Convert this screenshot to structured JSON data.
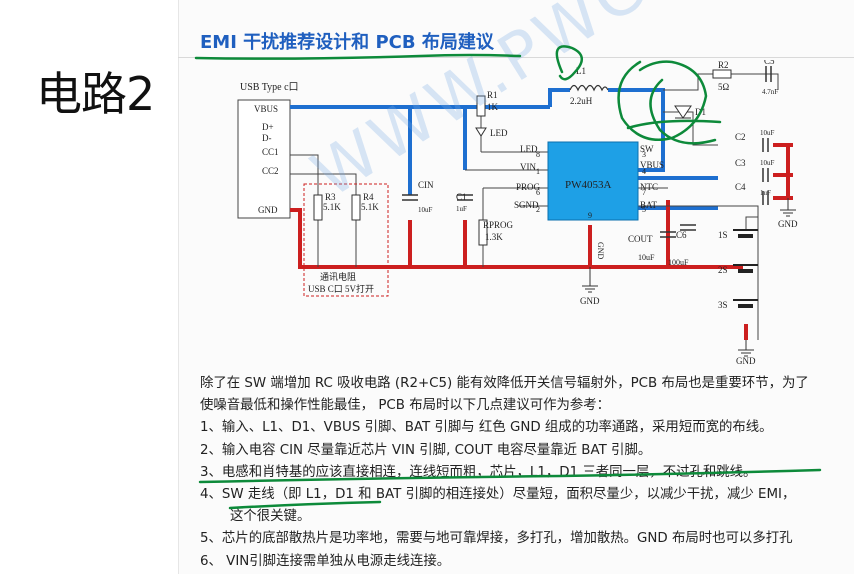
{
  "slide_title": "电路2",
  "doc_heading": "EMI 干扰推荐设计和 PCB 布局建议",
  "watermark": "WWW.PWCHIP.COM",
  "colors": {
    "power_trace": "#1e6fd0",
    "ground_trace": "#cc1f1f",
    "chip_fill": "#1ea0e6",
    "ink_green": "#0d8a3a",
    "heading": "#1f5fbf"
  },
  "schematic": {
    "usb_connector": {
      "title": "USB Type c口",
      "pins": [
        "VBUS",
        "D+",
        "D-",
        "CC1",
        "CC2",
        "GND"
      ]
    },
    "chip": {
      "name": "PW4053A",
      "left_pins": [
        {
          "num": "8",
          "name": "LED"
        },
        {
          "num": "1",
          "name": "VIN"
        },
        {
          "num": "6",
          "name": "PROG"
        },
        {
          "num": "2",
          "name": "SGND"
        }
      ],
      "right_pins": [
        {
          "num": "3",
          "name": "SW"
        },
        {
          "num": "4",
          "name": "VBUS"
        },
        {
          "num": "7",
          "name": "NTC"
        },
        {
          "num": "5",
          "name": "BAT"
        }
      ],
      "bottom_pins": [
        "9"
      ],
      "bottom_label": "GND"
    },
    "components": {
      "l1": {
        "ref": "L1",
        "value": "2.2uH"
      },
      "r1": {
        "ref": "R1",
        "value": "1K"
      },
      "led": {
        "ref": "LED"
      },
      "r2": {
        "ref": "R2",
        "value": "5Ω"
      },
      "c5": {
        "ref": "C5",
        "value": "4.7nF"
      },
      "d1": {
        "ref": "D1"
      },
      "c2": {
        "ref": "C2",
        "value": "10uF"
      },
      "c3": {
        "ref": "C3",
        "value": "10uF"
      },
      "c4": {
        "ref": "C4",
        "value": "1uF"
      },
      "r3": {
        "ref": "R3",
        "value": "5.1K"
      },
      "r4": {
        "ref": "R4",
        "value": "5.1K"
      },
      "cin": {
        "ref": "CIN",
        "value": "10uF"
      },
      "c1": {
        "ref": "C1",
        "value": "1uF"
      },
      "rprog": {
        "ref": "RPROG",
        "value": "1.3K"
      },
      "cout": {
        "ref": "COUT",
        "value": "10uF"
      },
      "c6": {
        "ref": "C6",
        "value": "100uF"
      }
    },
    "cc_note": [
      "通讯电阻",
      "USB C口 5V打开"
    ],
    "gnd_labels": [
      "GND",
      "GND",
      "GND"
    ],
    "battery_cells": [
      "1S",
      "2S",
      "3S"
    ]
  },
  "paragraphs": [
    "除了在 SW 端增加 RC 吸收电路 (R2+C5) 能有效降低开关信号辐射外，PCB 布局也是重要环节，为了",
    "使噪音最低和操作性能最佳，  PCB 布局时以下几点建议可作为参考：",
    "1、输入、L1、D1、VBUS 引脚、BAT 引脚与  红色 GND  组成的功率通路，采用短而宽的布线。",
    "2、输入电容 CIN 尽量靠近芯片 VIN 引脚, COUT 电容尽量靠近 BAT 引脚。",
    "3、电感和肖特基的应该直接相连，连线短而粗，芯片，L1，D1 三者同一层，不过孔和跳线。",
    "4、SW 走线（即 L1，D1 和 BAT 引脚的相连接处）尽量短，面积尽量少，以减少干扰，减少 EMI，",
    "这个很关键。",
    "5、芯片的底部散热片是功率地，需要与地可靠焊接，多打孔，增加散热。GND 布局时也可以多打孔",
    "6、 VIN引脚连接需单独从电源走线连接。"
  ]
}
